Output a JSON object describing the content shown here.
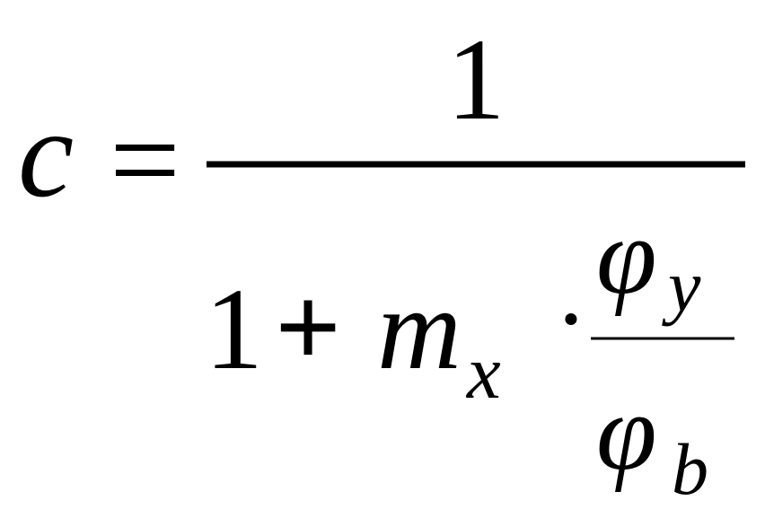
{
  "formula": {
    "lhs": {
      "variable": "c",
      "relation": "="
    },
    "numerator": {
      "value": "1"
    },
    "denominator": {
      "constant": "1",
      "operator": "+",
      "variable": "m",
      "variable_subscript": "x",
      "multiplication_dot": "·",
      "inner_fraction": {
        "numerator_symbol": "φ",
        "numerator_subscript": "y",
        "denominator_symbol": "φ",
        "denominator_subscript": "b"
      }
    }
  }
}
